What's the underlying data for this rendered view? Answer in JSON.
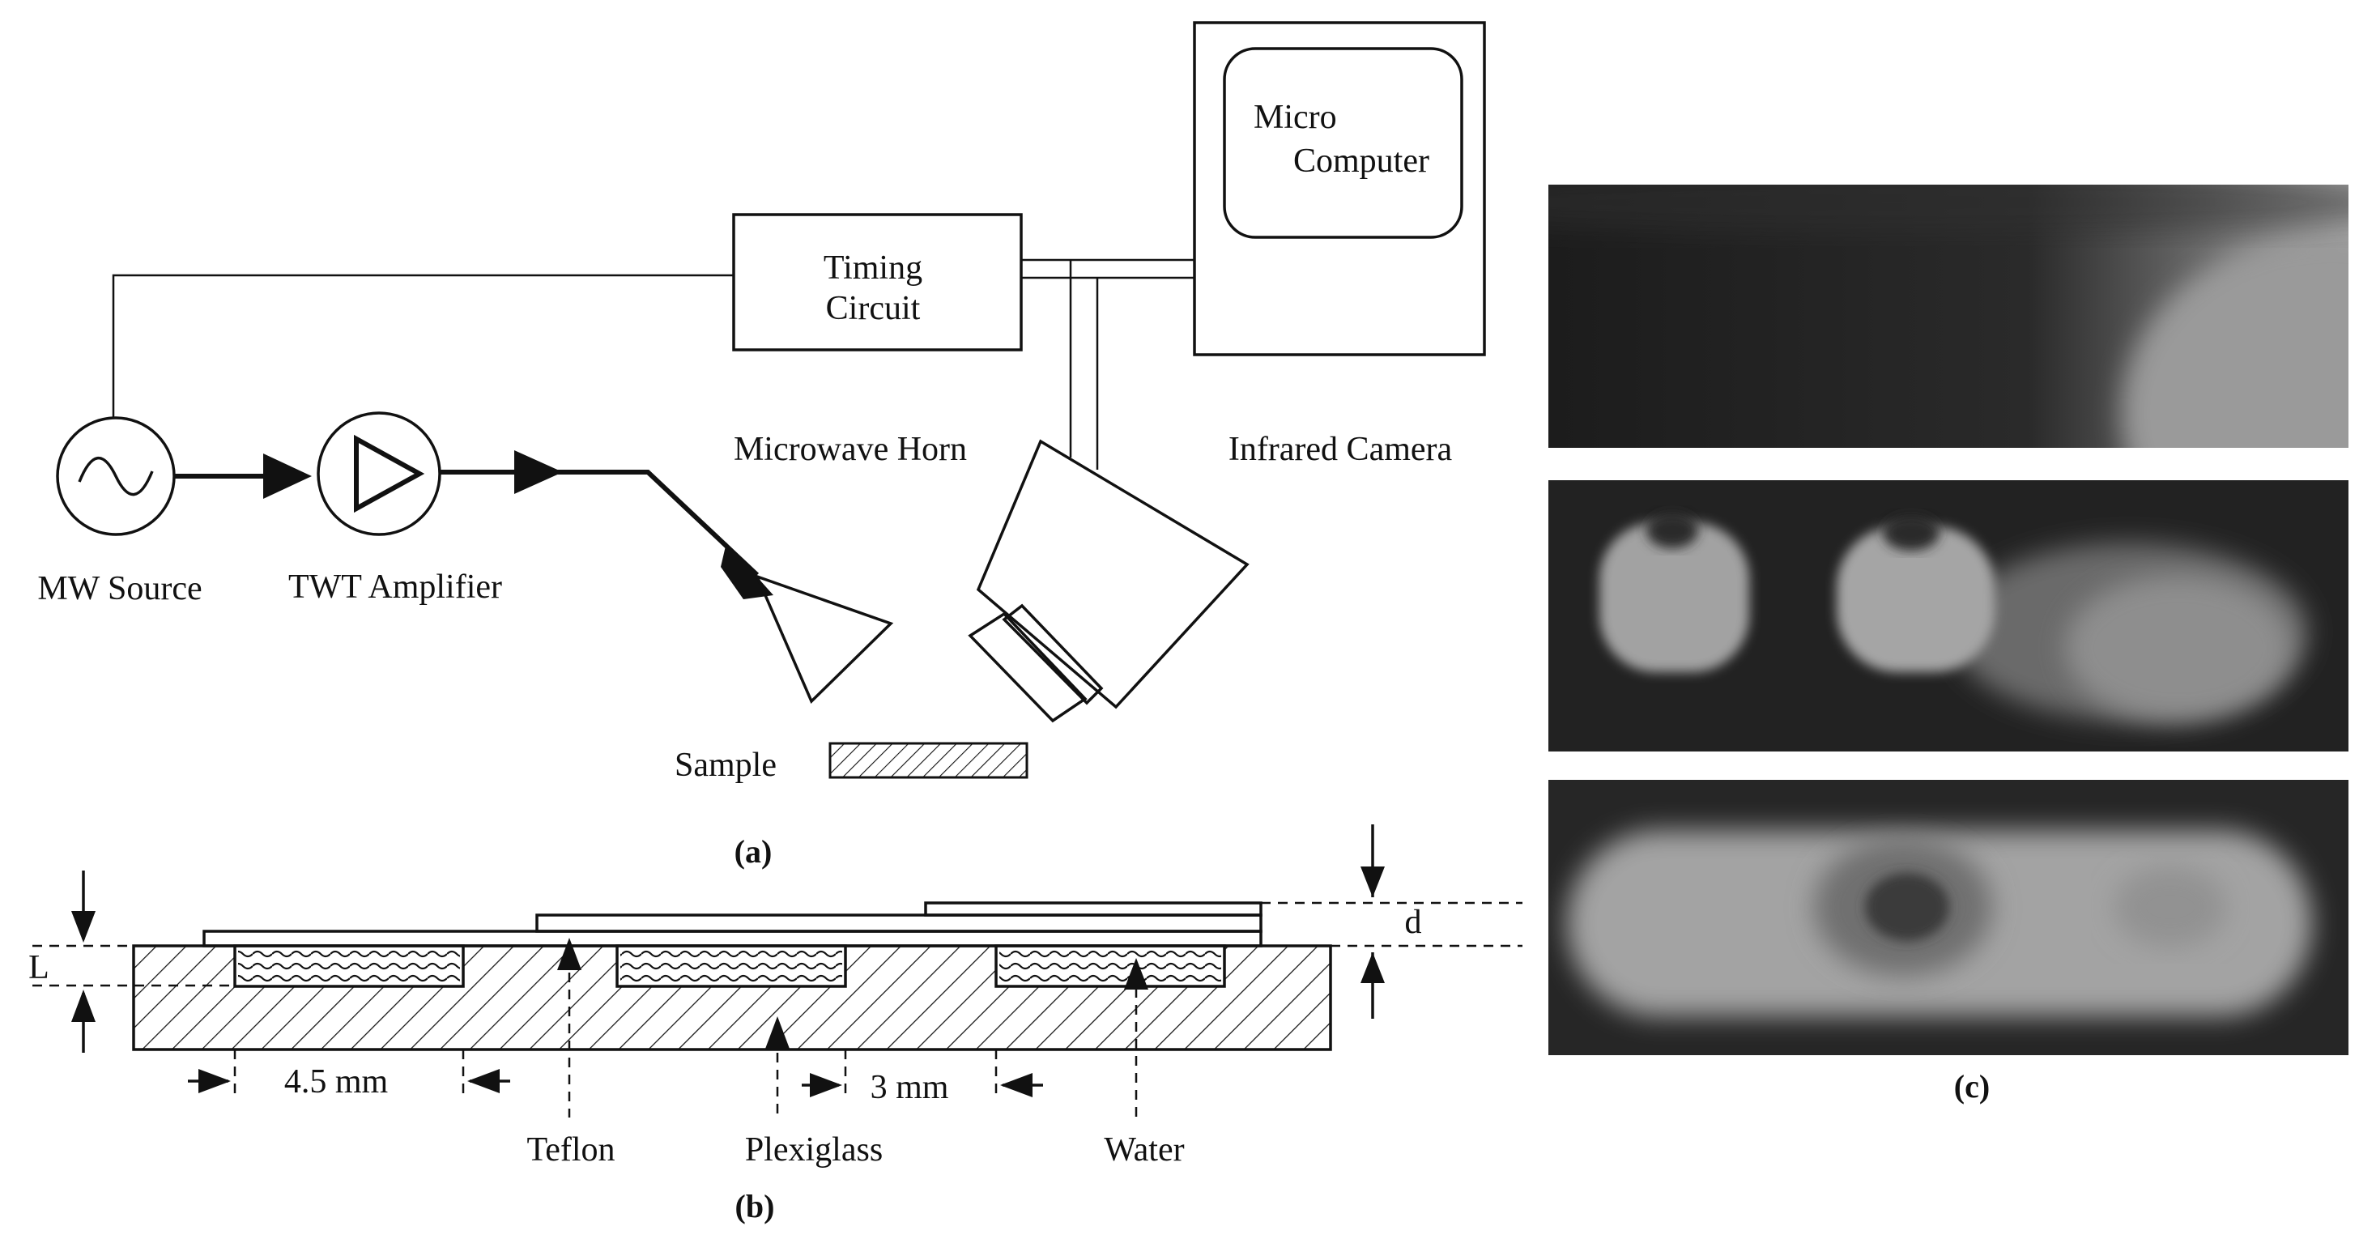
{
  "panel_a": {
    "caption": "(a)",
    "computer_label_line1": "Micro",
    "computer_label_line2": "Computer",
    "timing_label_line1": "Timing",
    "timing_label_line2": "Circuit",
    "mw_source_label": "MW Source",
    "twt_label": "TWT Amplifier",
    "horn_label": "Microwave Horn",
    "camera_label": "Infrared Camera",
    "sample_label": "Sample"
  },
  "panel_b": {
    "caption": "(b)",
    "L_label": "L",
    "d_label": "d",
    "dim_4_5": "4.5 mm",
    "dim_3": "3 mm",
    "teflon_label": "Teflon",
    "plexiglass_label": "Plexiglass",
    "water_label": "Water"
  },
  "panel_c": {
    "caption": "(c)"
  },
  "colors": {
    "ink": "#111111",
    "thermal_dark": "#1f1f1f",
    "thermal_light": "#a8a8a8"
  }
}
